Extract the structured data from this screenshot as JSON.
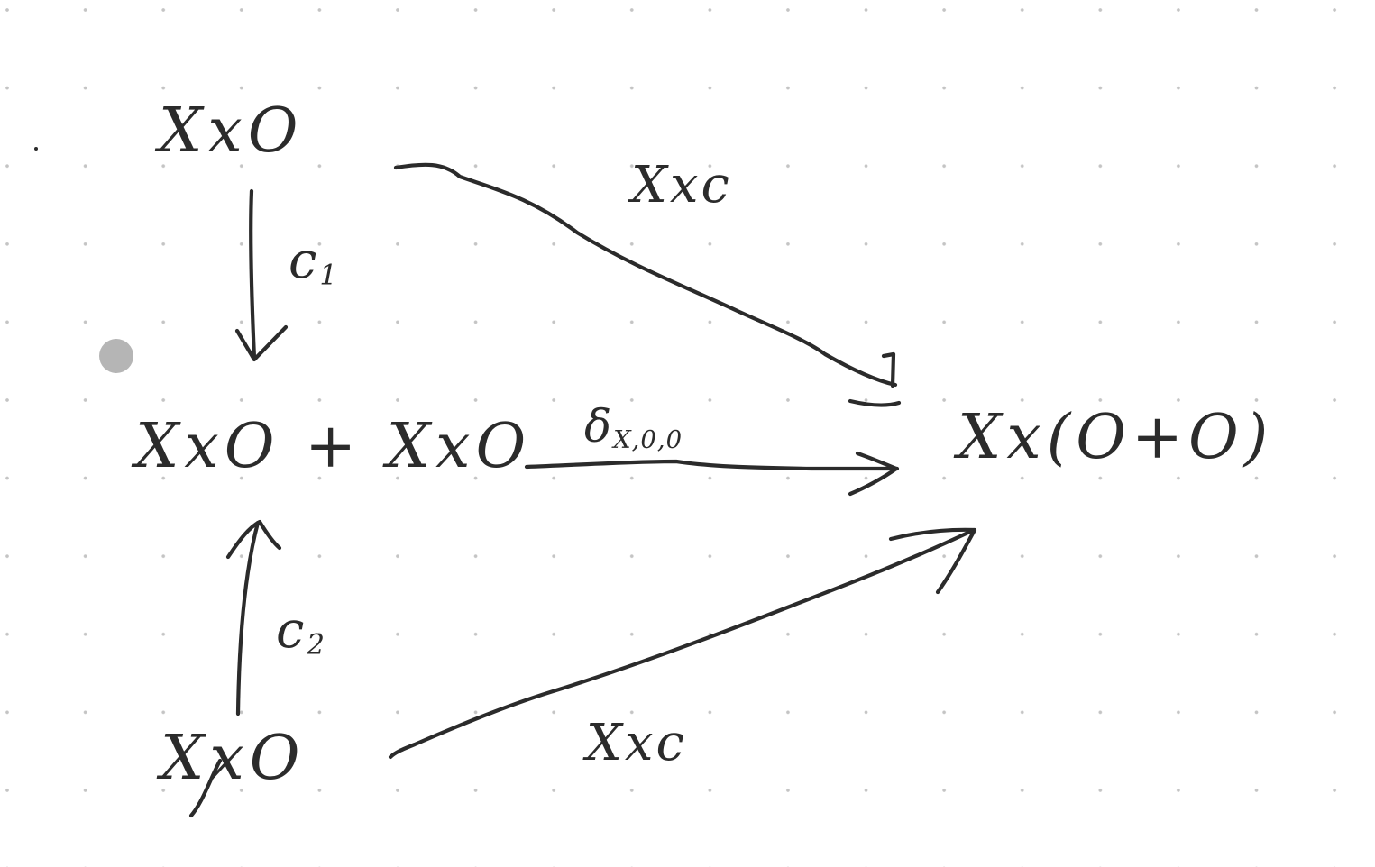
{
  "diagram": {
    "nodes": {
      "top": "XxO",
      "middle": "XxO + XxO",
      "right": "Xx(O+O)",
      "bottom": "XxO"
    },
    "edges": {
      "c1": {
        "base": "c",
        "sub": "1"
      },
      "c2": {
        "base": "c",
        "sub": "2"
      },
      "top_right": "Xxc",
      "delta": {
        "base": "δ",
        "sub": "X,0,0"
      },
      "bottom_right": "Xxc"
    }
  },
  "colors": {
    "ink": "#2b2b2b",
    "grid_dot": "#c4c4c4",
    "pointer": "#b5b5b5",
    "background": "#ffffff"
  }
}
